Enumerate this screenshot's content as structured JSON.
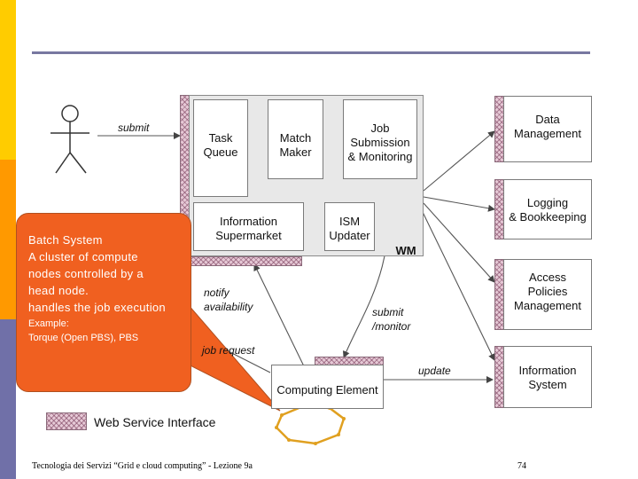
{
  "slide": {
    "footer_text": "Tecnologia dei Servizi “Grid e cloud computing” - Lezione 9a",
    "page_number": "74"
  },
  "diagram": {
    "submit_label": "submit",
    "wm_label": "WM",
    "task_queue": "Task\nQueue",
    "match_maker": "Match\nMaker",
    "job_submission": "Job\nSubmission\n& Monitoring",
    "information_supermarket": "Information\nSupermarket",
    "ism_updater": "ISM\nUpdater",
    "data_management": "Data\nManagement",
    "logging_bookkeeping": "Logging\n& Bookkeeping",
    "access_policies": "Access\nPolicies\nManagement",
    "information_system": "Information\nSystem",
    "notify_availability": "notify\navailability",
    "submit_monitor": "submit\n/monitor",
    "job_request": "job request",
    "update_label": "update",
    "computing_element": "Computing Element",
    "legend_label": "Web Service Interface"
  },
  "callout": {
    "line1": "Batch System",
    "line2": "A cluster of compute",
    "line3": "nodes controlled by a",
    "line4": "head node.",
    "line5": "handles the job execution",
    "example_label": "Example:",
    "example_text": "Torque (Open PBS), PBS"
  },
  "colors": {
    "stripe_yellow": "#FFCC00",
    "stripe_orange": "#FF9900",
    "stripe_blue": "#7070A8",
    "callout_fill": "#F06020",
    "cluster_ring": "#E0A020",
    "rule": "#7878A0"
  }
}
